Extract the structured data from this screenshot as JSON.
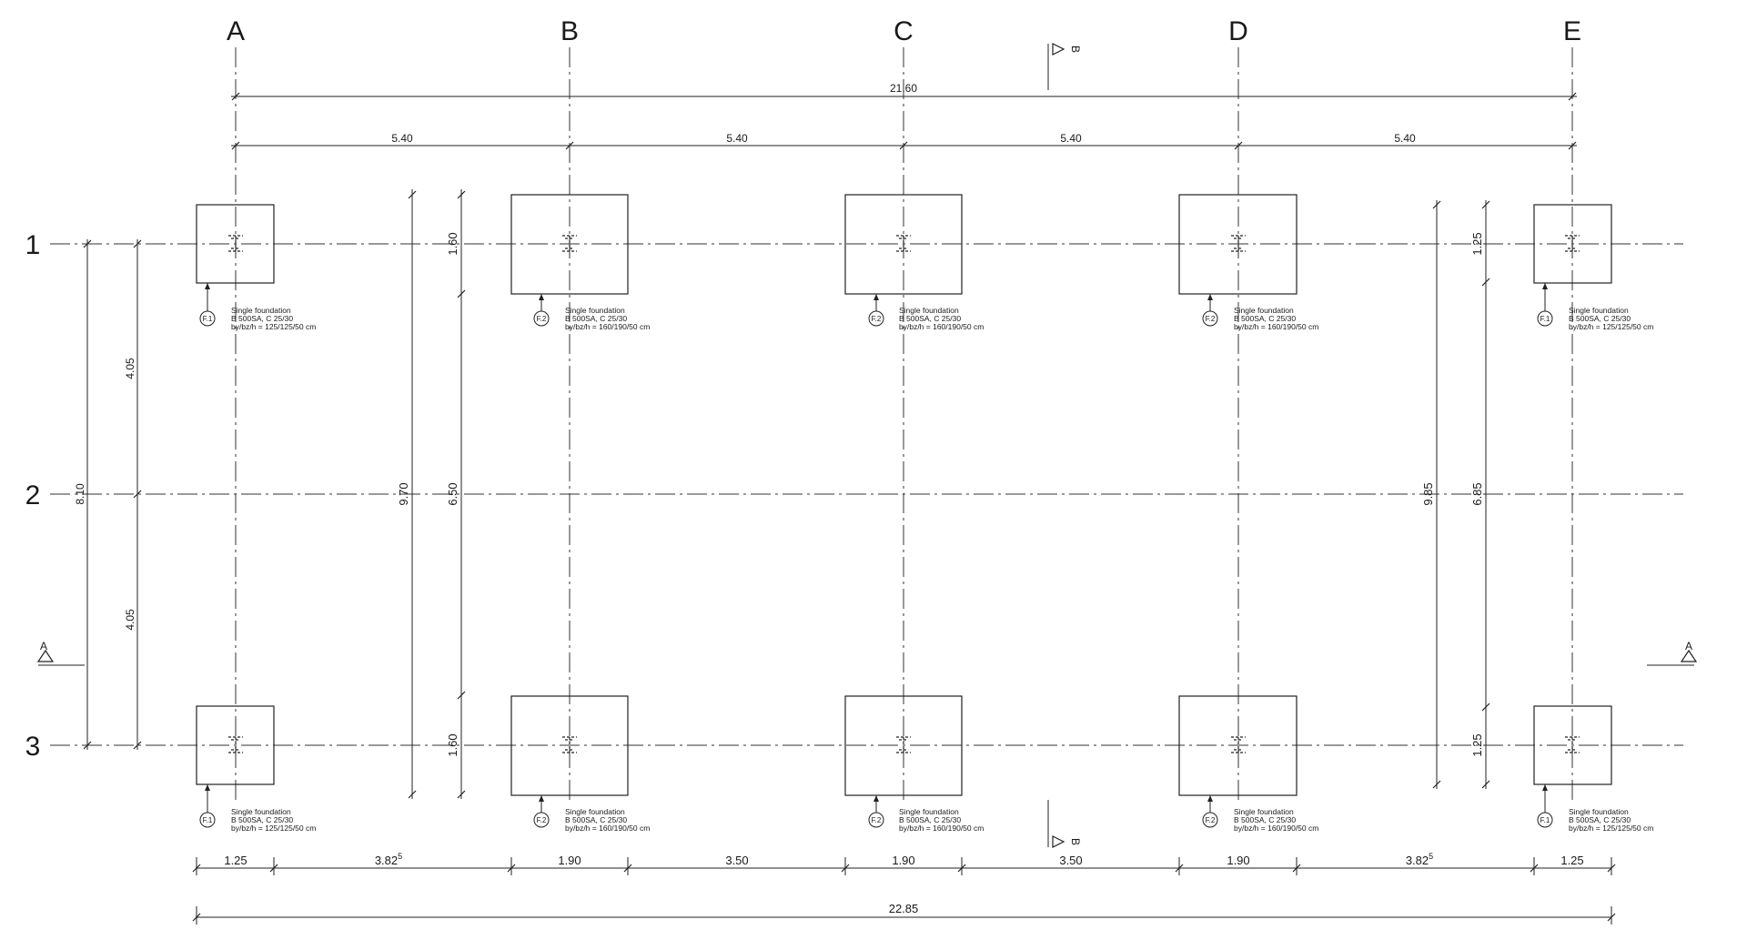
{
  "axes": {
    "columns": [
      "A",
      "B",
      "C",
      "D",
      "E"
    ],
    "rows": [
      "1",
      "2",
      "3"
    ]
  },
  "dimensions": {
    "overall_top": "21.60",
    "bays": [
      "5.40",
      "5.40",
      "5.40",
      "5.40"
    ],
    "left_total": "8.10",
    "left_parts": [
      "4.05",
      "4.05"
    ],
    "left_inner_total": "9.70",
    "left_inner_parts": [
      "1.60",
      "6.50",
      "1.60"
    ],
    "right_total": "9.85",
    "right_parts": [
      "1.25",
      "6.85",
      "1.25"
    ],
    "bottom_parts": [
      "1.25",
      "3.82",
      "1.90",
      "3.50",
      "1.90",
      "3.50",
      "1.90",
      "3.82",
      "1.25"
    ],
    "bottom_sup": "5",
    "bottom_total": "22.85"
  },
  "sections": {
    "a_label": "A",
    "b_label": "B"
  },
  "foundations": {
    "f1": {
      "tag": "F.1",
      "line1": "Single foundation",
      "line2": "B 500SA, C 25/30",
      "line3": "by/bz/h = 125/125/50 cm"
    },
    "f2": {
      "tag": "F.2",
      "line1": "Single foundation",
      "line2": "B 500SA, C 25/30",
      "line3": "by/bz/h = 160/190/50 cm"
    }
  }
}
